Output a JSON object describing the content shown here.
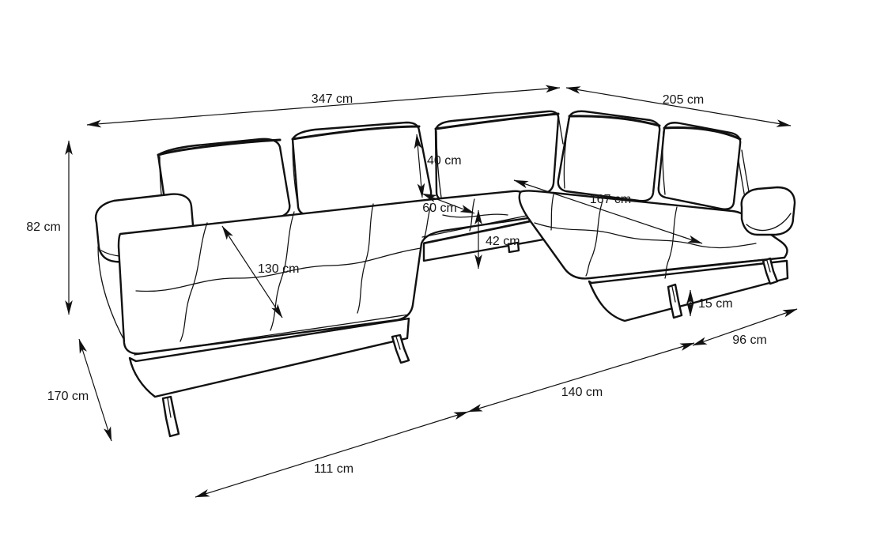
{
  "diagram": {
    "subject": "U-shaped sectional sofa dimension drawing",
    "unit": "cm",
    "colors": {
      "line": "#111111",
      "background": "#ffffff",
      "text": "#161616"
    },
    "dimensions": {
      "back_width": {
        "label": "347 cm",
        "value": 347
      },
      "right_side_width": {
        "label": "205 cm",
        "value": 205
      },
      "height": {
        "label": "82 cm",
        "value": 82
      },
      "backrest_height": {
        "label": "40 cm",
        "value": 40
      },
      "seat_depth": {
        "label": "60 cm",
        "value": 60
      },
      "seat_height": {
        "label": "42 cm",
        "value": 42
      },
      "right_seat_length": {
        "label": "167 cm",
        "value": 167
      },
      "left_seat_length": {
        "label": "130 cm",
        "value": 130
      },
      "leg_height": {
        "label": "15 cm",
        "value": 15
      },
      "right_front_width": {
        "label": "96 cm",
        "value": 96
      },
      "left_side_depth": {
        "label": "170 cm",
        "value": 170
      },
      "front_width": {
        "label": "140 cm",
        "value": 140
      },
      "left_front_width": {
        "label": "111 cm",
        "value": 111
      }
    }
  }
}
